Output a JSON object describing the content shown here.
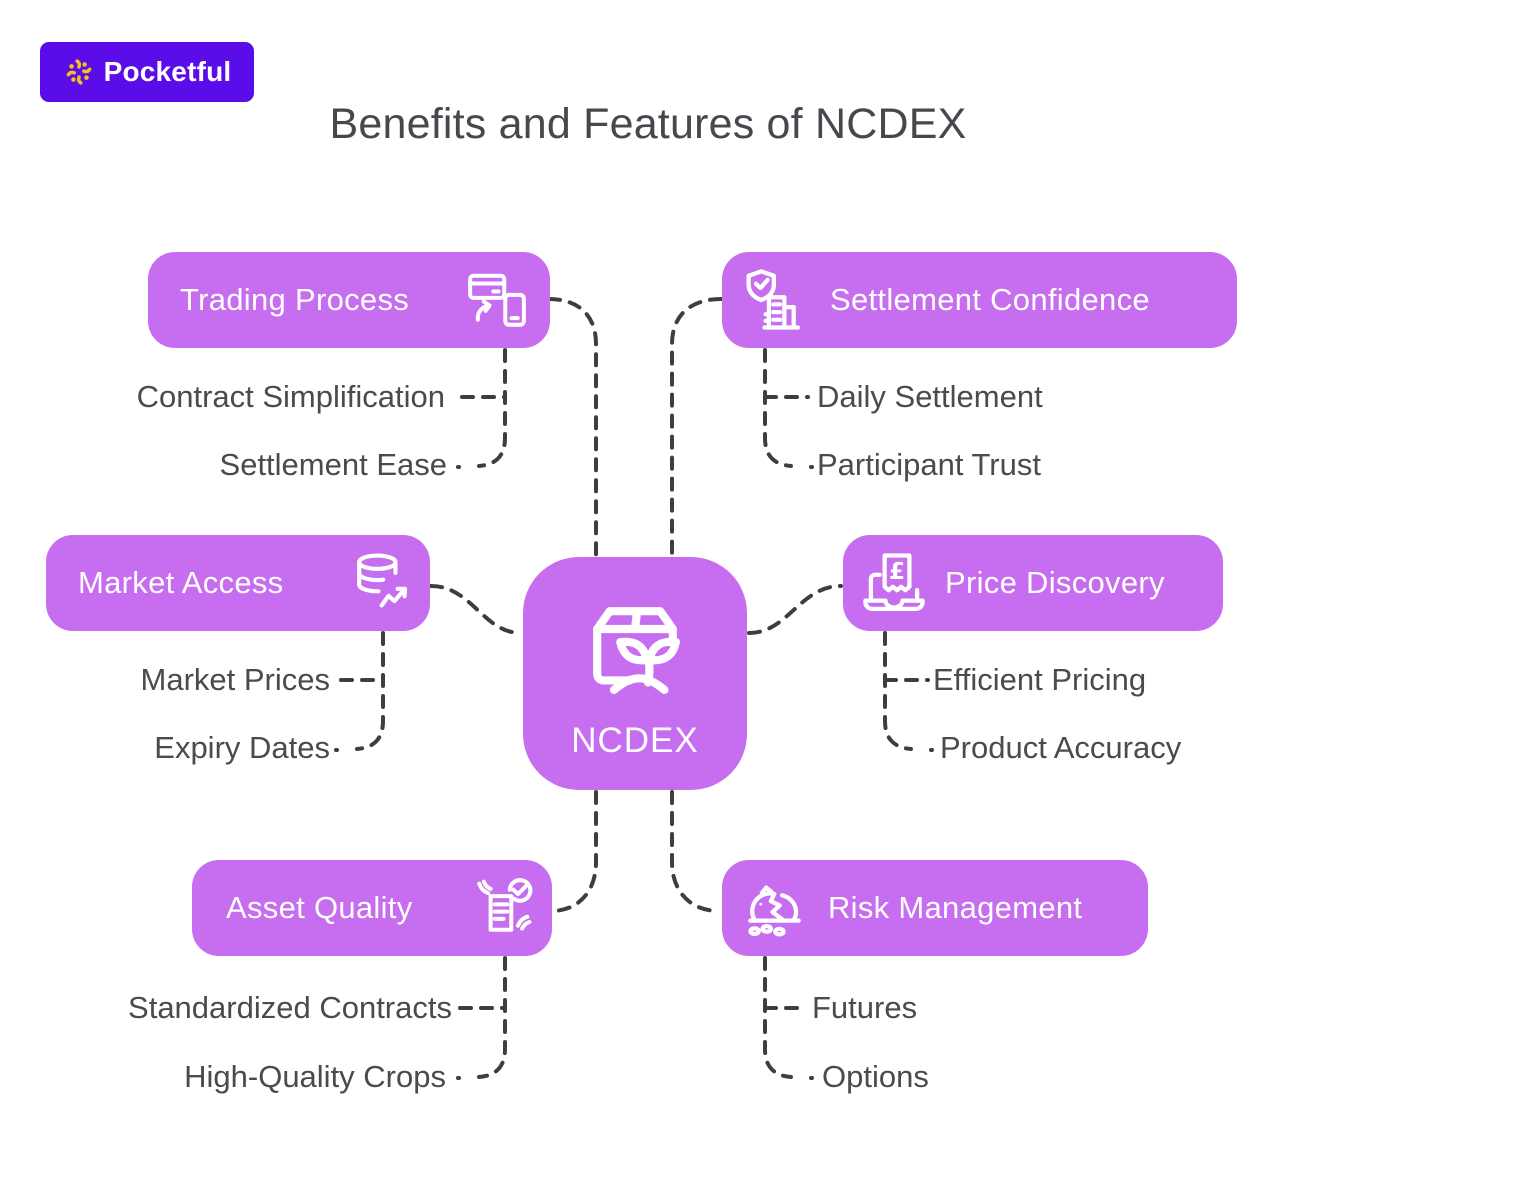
{
  "logo": {
    "text": "Pocketful",
    "bg_color": "#5a0ce9",
    "flower_color": "#f2c318",
    "icon": "flower-icon"
  },
  "title": "Benefits and Features of NCDEX",
  "colors": {
    "node_purple": "#c76ef0",
    "text_dark": "#4a4a4f",
    "connector": "#3e3e41"
  },
  "center": {
    "label": "NCDEX",
    "icon": "package-sprout-icon"
  },
  "branches": [
    {
      "id": "trading",
      "label": "Trading Process",
      "icon": "card-phone-transfer-icon",
      "side": "left",
      "children": [
        "Contract Simplification",
        "Settlement Ease"
      ]
    },
    {
      "id": "settlement",
      "label": "Settlement Confidence",
      "icon": "shield-check-building-icon",
      "side": "right",
      "children": [
        "Daily Settlement",
        "Participant Trust"
      ]
    },
    {
      "id": "market",
      "label": "Market Access",
      "icon": "database-chart-icon",
      "side": "left",
      "children": [
        "Market Prices",
        "Expiry Dates"
      ]
    },
    {
      "id": "price",
      "label": "Price Discovery",
      "icon": "laptop-receipt-icon",
      "side": "right",
      "children": [
        "Efficient Pricing",
        "Product Accuracy"
      ]
    },
    {
      "id": "asset",
      "label": "Asset Quality",
      "icon": "checklist-hands-icon",
      "side": "left",
      "children": [
        "Standardized Contracts",
        "High-Quality Crops"
      ]
    },
    {
      "id": "risk",
      "label": "Risk Management",
      "icon": "broken-piggy-bank-icon",
      "side": "right",
      "children": [
        "Futures",
        "Options"
      ]
    }
  ]
}
